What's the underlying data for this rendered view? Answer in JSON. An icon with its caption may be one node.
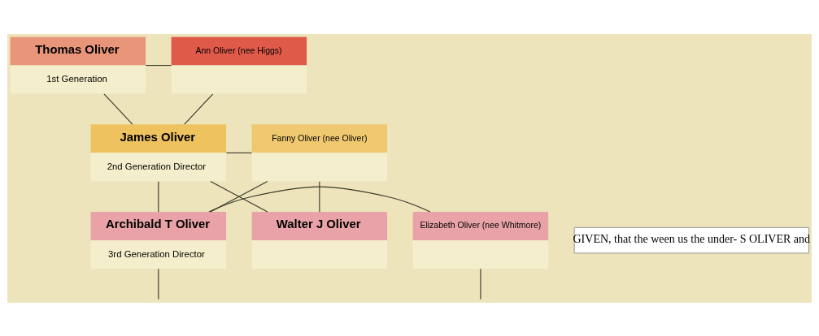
{
  "diagram": {
    "nodes": [
      {
        "text": [
          "Thomas Oliver",
          "1st Generation"
        ]
      },
      {
        "text": [
          "Ann Oliver (nee Higgs)"
        ]
      },
      {
        "text": [
          "James Oliver",
          "2nd Generation Director"
        ]
      },
      {
        "text": [
          "Fanny Oliver (nee Oliver)"
        ]
      },
      {
        "text": [
          "Walter J Oliver"
        ]
      },
      {
        "text": [
          "Archibald T Oliver",
          "3rd Generation Director"
        ]
      },
      {
        "text": [
          "Elizabeth Oliver (nee Whitmore)"
        ]
      }
    ],
    "edges": [
      {
        "from": 0,
        "to": 1,
        "arrow": "none"
      },
      {
        "from": 0,
        "to": 2,
        "arrow": "none"
      },
      {
        "from": 1,
        "to": 2,
        "arrow": "none"
      },
      {
        "from": 2,
        "to": 3,
        "arrow": "none"
      },
      {
        "from": 2,
        "to": 4,
        "arrow": "none"
      },
      {
        "from": 2,
        "to": 5,
        "arrow": "none"
      },
      {
        "from": 3,
        "to": 4,
        "arrow": "none"
      },
      {
        "from": 3,
        "to": 5,
        "arrow": "none"
      },
      {
        "from": 5,
        "to": 6,
        "arrow": "none"
      },
      {
        "from": 5,
        "to": null,
        "arrow": "none"
      },
      {
        "from": 6,
        "to": null,
        "arrow": "none"
      }
    ],
    "labels": [
      "GIVEN, that the ween us the under- S OLIVER and"
    ]
  }
}
